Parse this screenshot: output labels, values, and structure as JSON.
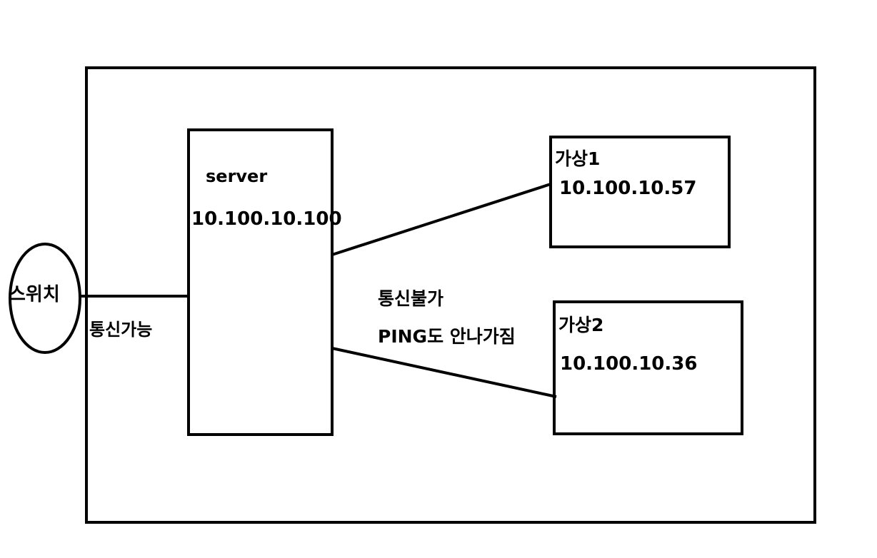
{
  "diagram": {
    "colors": {
      "stroke": "#000000",
      "background": "#ffffff",
      "text": "#000000"
    },
    "switch": {
      "label": "스위치"
    },
    "switch_link": {
      "label": "통신가능",
      "status": "ok"
    },
    "server": {
      "name": "server",
      "ip": "10.100.10.100"
    },
    "vm1": {
      "name": "가상1",
      "ip": "10.100.10.57"
    },
    "vm2": {
      "name": "가상2",
      "ip": "10.100.10.36"
    },
    "vm_links": {
      "status_label": "통신불가",
      "detail_label": "PING도 안나가짐",
      "status": "fail"
    }
  }
}
